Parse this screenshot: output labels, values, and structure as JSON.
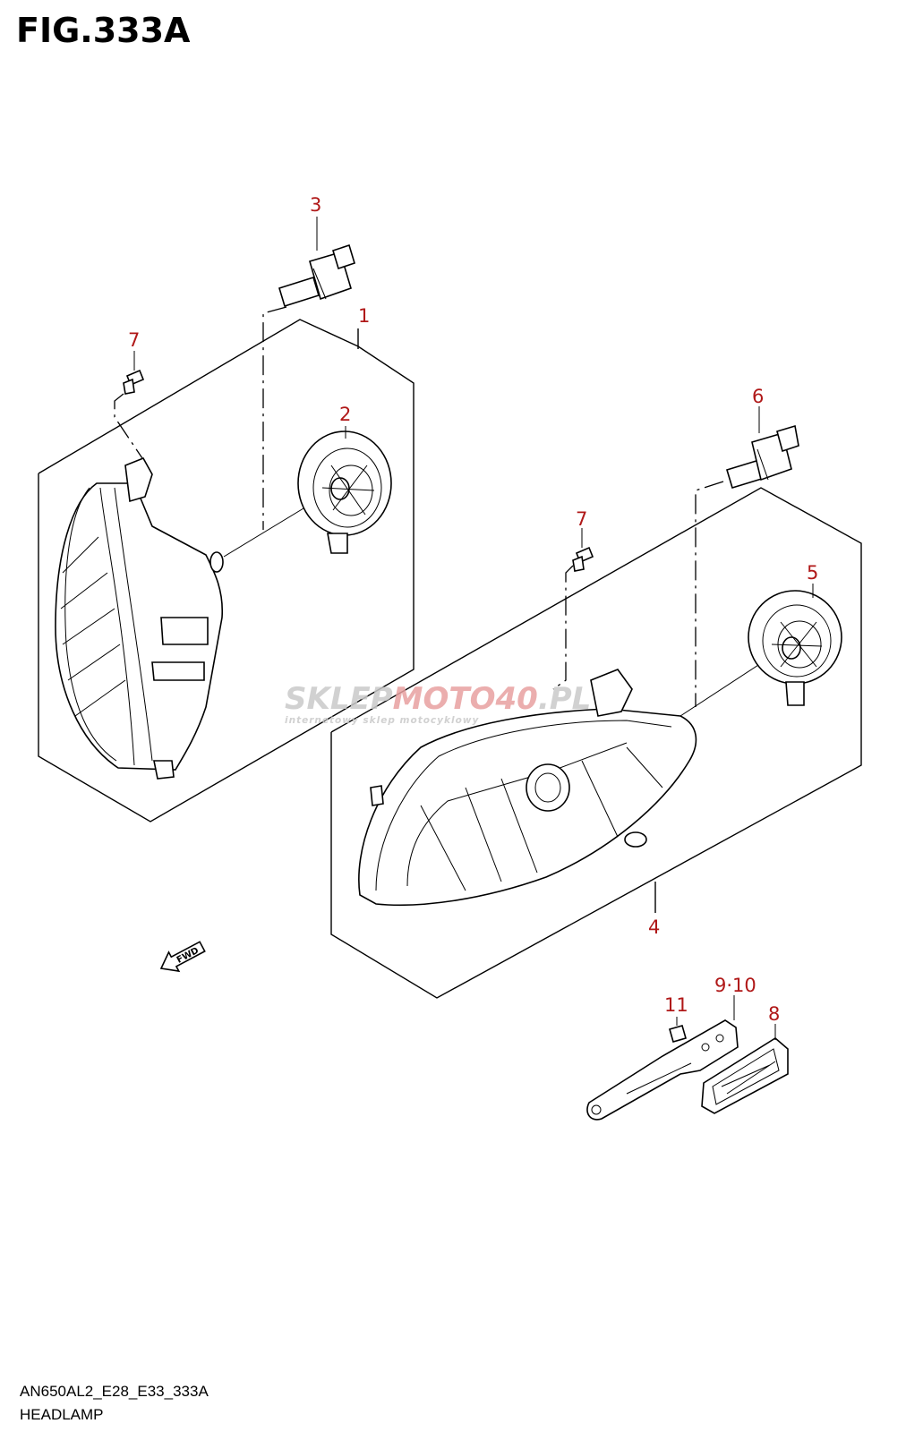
{
  "figure": {
    "title": "FIG.333A",
    "code": "AN650AL2_E28_E33_333A",
    "name": "HEADLAMP"
  },
  "callouts": [
    "1",
    "2",
    "3",
    "4",
    "5",
    "6",
    "7",
    "7",
    "8",
    "9·10",
    "11"
  ],
  "fwd_label": "FWD",
  "watermark": {
    "brand_a": "SKLEP",
    "brand_b": "MOTO",
    "brand_c": "40",
    "brand_d": ".PL",
    "tagline": "internetowy sklep motocyklowy"
  },
  "colors": {
    "callout": "#b01818",
    "watermark_gray": "#c9c9c9",
    "watermark_red": "#e8a0a0"
  }
}
